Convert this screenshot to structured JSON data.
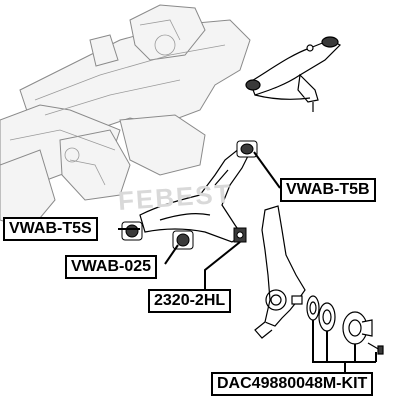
{
  "watermark": "FEBEST",
  "labels": {
    "vwab_t5b": "VWAB-T5B",
    "vwab_t5s": "VWAB-T5S",
    "vwab_025": "VWAB-025",
    "part_2320_2hl": "2320-2HL",
    "dac_kit": "DAC49880048M-KIT"
  },
  "colors": {
    "line": "#000000",
    "frame_fill": "#f4f4f4",
    "frame_stroke": "#8a8a8a",
    "part_fill": "#ffffff",
    "bushing_fill": "#3a3a3a"
  }
}
